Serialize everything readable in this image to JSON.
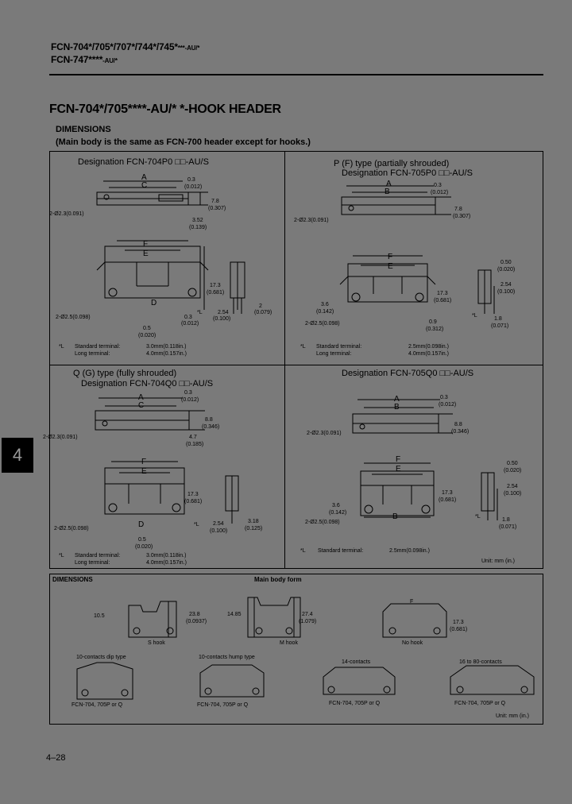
{
  "header": {
    "line1_main": "FCN-704*/705*/707*/744*/745*",
    "line1_sup": "***-AU/*",
    "line2_main": "FCN-747****",
    "line2_sup": "-AU/*"
  },
  "title": "FCN-704*/705****-AU/* *-HOOK HEADER",
  "dimensions_label": "DIMENSIONS",
  "dimensions_note": "(Main body is the same as FCN-700 header except for hooks.)",
  "panel_tl": {
    "designation": "Designation FCN-704P0 □□-AU/S",
    "labels": {
      "a": "A",
      "c": "C",
      "f": "F",
      "e": "E",
      "d": "D",
      "l": "*L"
    },
    "dims": [
      "0.3",
      "(0.012)",
      "7.8",
      "(0.307)",
      "3.52",
      "(0.139)",
      "2-Ø2.3(0.091)",
      "17.3",
      "(0.681)",
      "0.3",
      "(0.012)",
      "0.5",
      "(0.020)",
      "2-Ø2.5(0.098)",
      "2.54",
      "(0.100)",
      "2",
      "(0.079)"
    ],
    "terminal_note_mark": "*L",
    "standard_label": "Standard terminal:",
    "standard_value": "3.0mm(0.118in.)",
    "long_label": "Long terminal:",
    "long_value": "4.0mm(0.157in.)"
  },
  "panel_tr": {
    "type": "P (F) type (partially shrouded)",
    "designation": "Designation FCN-705P0 □□-AU/S",
    "labels": {
      "a": "A",
      "b": "B",
      "f": "F",
      "e": "E",
      "l": "*L"
    },
    "dims": [
      "0.3",
      "(0.012)",
      "7.8",
      "(0.307)",
      "2-Ø2.3(0.091)",
      "0.50",
      "(0.020)",
      "2.54",
      "(0.100)",
      "17.3",
      "(0.681)",
      "3.6",
      "(0.142)",
      "2-Ø2.5(0.098)",
      "0.9",
      "(0.312)",
      "1.8",
      "(0.071)"
    ],
    "terminal_note_mark": "*L",
    "standard_label": "Standard terminal:",
    "standard_value": "2.5mm(0.098in.)",
    "long_label": "Long terminal:",
    "long_value": "4.0mm(0.157in.)"
  },
  "panel_bl": {
    "type": "Q (G) type (fully shrouded)",
    "designation": "Designation FCN-704Q0 □□-AU/S",
    "labels": {
      "a": "A",
      "c": "C",
      "f": "F",
      "e": "E",
      "d": "D",
      "l": "*L"
    },
    "dims": [
      "0.3",
      "(0.012)",
      "8.8",
      "(0.346)",
      "2-Ø2.3(0.091)",
      "4.7",
      "(0.185)",
      "17.3",
      "(0.681)",
      "2-Ø2.5(0.098)",
      "2.54",
      "(0.100)",
      "3.18",
      "(0.125)",
      "0.5",
      "(0.020)"
    ],
    "terminal_note_mark": "*L",
    "standard_label": "Standard terminal:",
    "standard_value": "3.0mm(0.118in.)",
    "long_label": "Long terminal:",
    "long_value": "4.0mm(0.157in.)"
  },
  "panel_br": {
    "designation": "Designation FCN-705Q0 □□-AU/S",
    "labels": {
      "a": "A",
      "b": "B",
      "f": "F",
      "e": "E",
      "l": "*L"
    },
    "dims": [
      "0.3",
      "(0.012)",
      "8.8",
      "(0.346)",
      "2-Ø2.3(0.091)",
      "0.50",
      "(0.020)",
      "2.54",
      "(0.100)",
      "17.3",
      "(0.681)",
      "3.6",
      "(0.142)",
      "2-Ø2.5(0.098)",
      "1.8",
      "(0.071)"
    ],
    "terminal_note_mark": "*L",
    "standard_label": "Standard terminal:",
    "standard_value": "2.5mm(0.098in.)",
    "unit": "Unit: mm (in.)"
  },
  "bottom": {
    "label": "DIMENSIONS",
    "main_body_form": "Main body form",
    "s_hook": "S hook",
    "m_hook": "M hook",
    "no_hook": "No hook",
    "s_dims": [
      "10.5",
      "23.8",
      "(0.0937)"
    ],
    "m_dims": [
      "14.85",
      "27.4",
      "(1.079)"
    ],
    "n_dims": [
      "F",
      "17.3",
      "(0.681)"
    ],
    "variants": [
      {
        "title": "10-contacts dip type",
        "caption": "FCN-704, 705P or Q"
      },
      {
        "title": "10-contacts hump type",
        "caption": "FCN-704, 705P or Q"
      },
      {
        "title": "14-contacts",
        "caption": "FCN-704, 705P or Q"
      },
      {
        "title": "16 to 80-contacts",
        "caption": "FCN-704, 705P or Q"
      }
    ],
    "unit": "Unit: mm (in.)"
  },
  "side_tab": "4",
  "page_number": "4–28"
}
